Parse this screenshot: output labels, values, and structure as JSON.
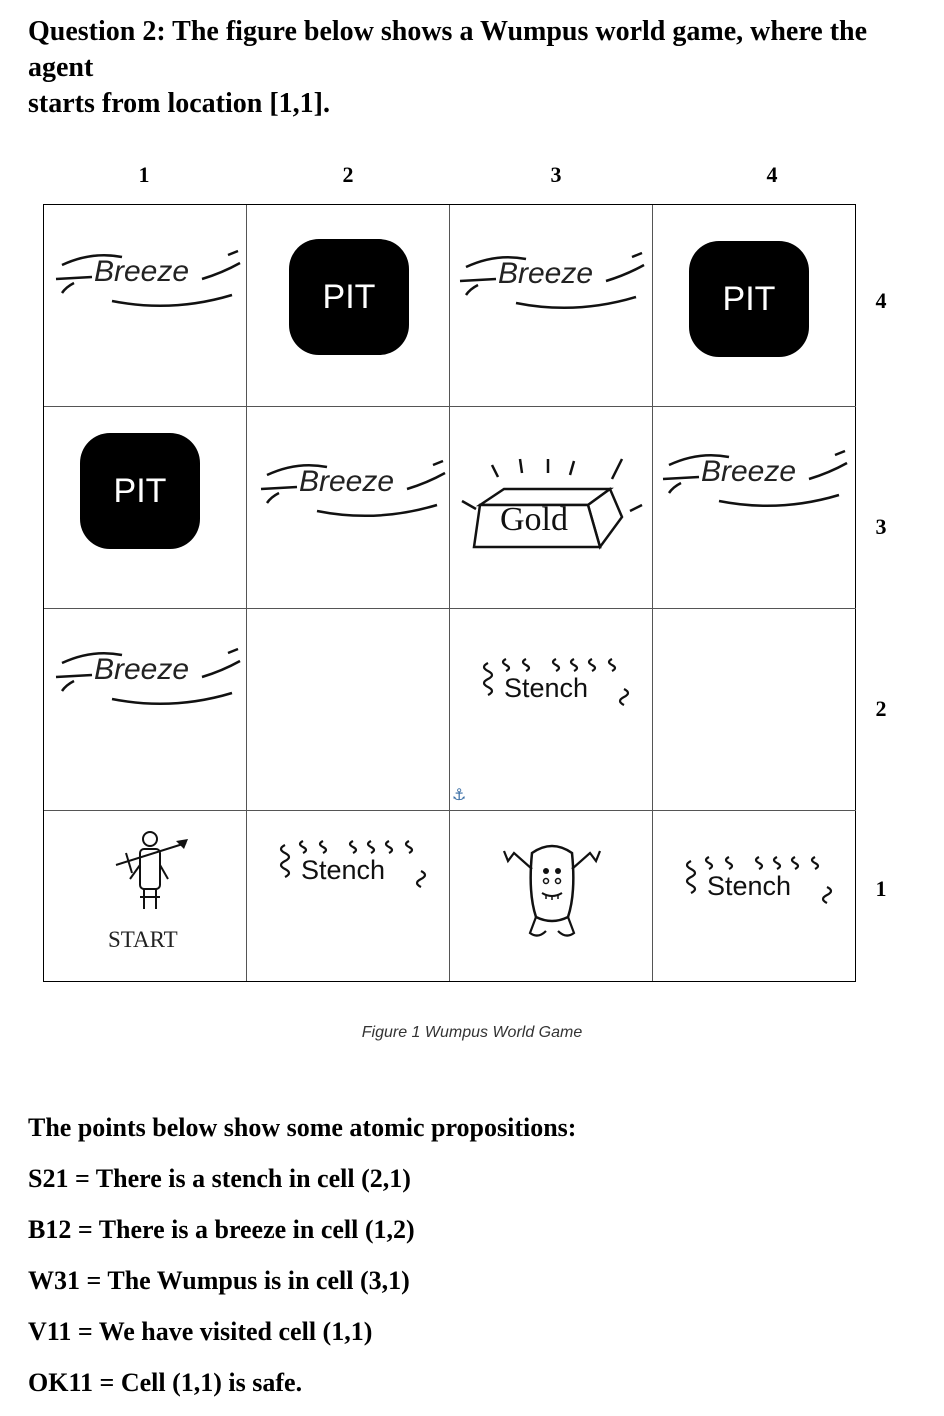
{
  "question": {
    "line1": "Question 2: The figure below shows a Wumpus world game, where the agent",
    "line2": "starts from location [1,1]."
  },
  "grid": {
    "column_labels": [
      "1",
      "2",
      "3",
      "4"
    ],
    "row_labels": [
      "4",
      "3",
      "2",
      "1"
    ],
    "pit_label": "PIT",
    "breeze_label": "Breeze",
    "stench_label": "Stench",
    "gold_label": "Gold",
    "start_label": "START",
    "cells": {
      "r4": [
        "Breeze",
        "PIT",
        "Breeze",
        "PIT"
      ],
      "r3": [
        "PIT",
        "Breeze",
        "Gold",
        "Breeze"
      ],
      "r2": [
        "Breeze",
        "",
        "Stench",
        ""
      ],
      "r1": [
        "Agent",
        "Stench",
        "Wumpus",
        "Stench"
      ]
    }
  },
  "caption": "Figure 1 Wumpus World Game",
  "propositions": {
    "heading": "The points below show some atomic propositions:",
    "items": [
      "S21 = There is a stench in cell (2,1)",
      "B12 = There is a breeze in cell (1,2)",
      "W31 = The Wumpus is in cell (3,1)",
      "V11 = We have visited cell (1,1)",
      "OK11 = Cell (1,1) is safe."
    ]
  }
}
